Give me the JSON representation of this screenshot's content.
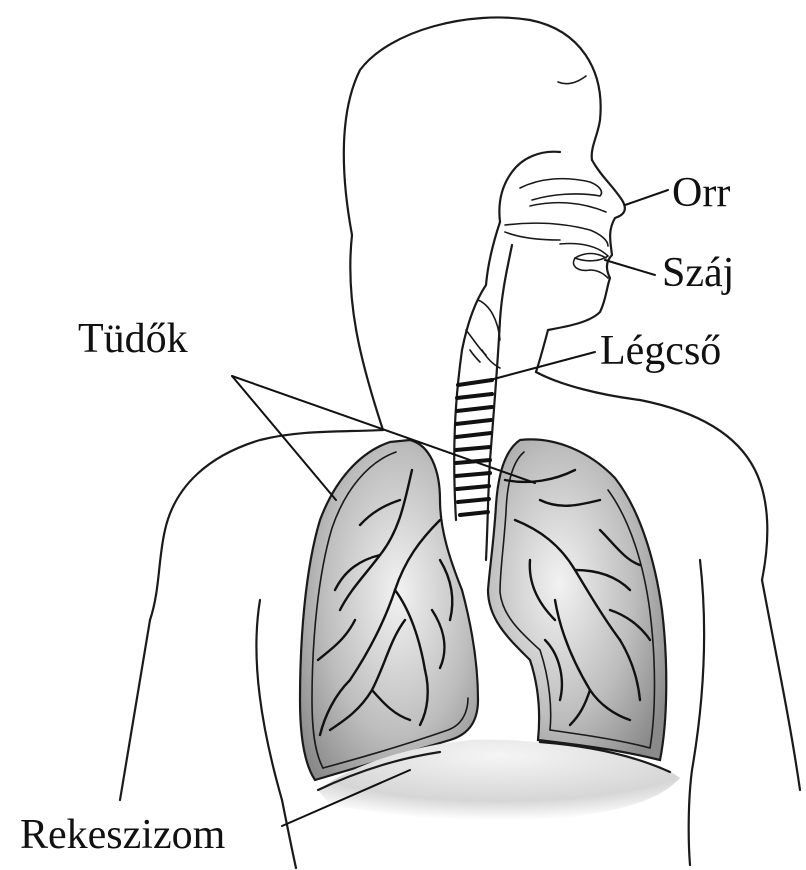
{
  "labels": {
    "nose": "Orr",
    "mouth": "Száj",
    "trachea": "Légcső",
    "lungs": "Tüdők",
    "diaphragm": "Rekeszizom"
  },
  "colors": {
    "line": "#1a1a1a",
    "lung_fill": "#b8b8b8",
    "diaphragm_shade": "#d4d4d4",
    "background": "#ffffff"
  }
}
